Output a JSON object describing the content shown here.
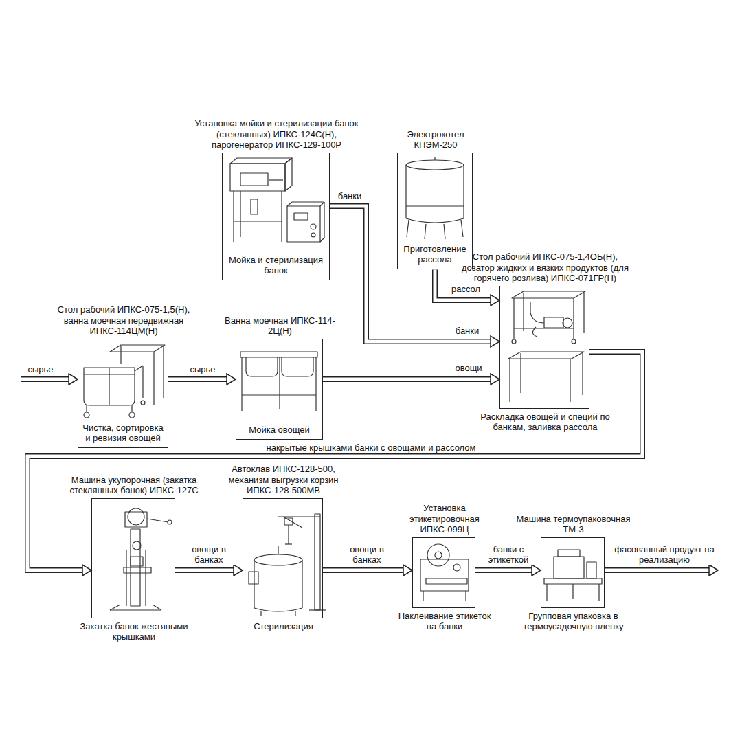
{
  "diagram": {
    "nodes": [
      {
        "text": [
          "Установка мойки и стерилизации банок (стеклянных) ИПКС-124С(Н), парогенератор ИПКС-129-100Р",
          "Мойка и стерилизация банок"
        ]
      },
      {
        "text": [
          "Электрокотел КПЭМ-250",
          "Приготовление рассола"
        ]
      },
      {
        "text": [
          "Стол рабочий ИПКС-075-1,4ОБ(Н), дозатор жидких и вязких продуктов (для горячего розлива) ИПКС-071ГР(Н)",
          "Раскладка овощей и специй по банкам, заливка рассола"
        ]
      },
      {
        "text": [
          "Стол рабочий ИПКС-075-1,5(Н), ванна моечная передвижная ИПКС-114ЦМ(Н)",
          "Чистка, сортировка и ревизия овощей"
        ]
      },
      {
        "text": [
          "Ванна моечная ИПКС-114-2Ц(Н)",
          "Мойка овощей"
        ]
      },
      {
        "text": [
          "Машина укупорочная (закатка стеклянных банок) ИПКС-127С",
          "Закатка банок жестяными крышками"
        ]
      },
      {
        "text": [
          "Автоклав ИПКС-128-500, механизм выгрузки корзин ИПКС-128-500МВ",
          "Стерилизация"
        ]
      },
      {
        "text": [
          "Установка этикетировочная ИПКС-099Ц",
          "Наклеивание этикеток на банки"
        ]
      },
      {
        "text": [
          "Машина термоупаковочная ТМ-3",
          "Групповая упаковка в термоусадочную пленку"
        ]
      }
    ],
    "edges": [
      {
        "from": 3,
        "to": 4,
        "label": "сырье",
        "arrow": "to"
      },
      {
        "from": 0,
        "to": 2,
        "label": "банки",
        "arrow": "to"
      },
      {
        "from": 1,
        "to": 2,
        "label": "рассол",
        "arrow": "to"
      },
      {
        "from": 4,
        "to": 2,
        "label": "овощи",
        "arrow": "to"
      },
      {
        "from": 2,
        "to": 5,
        "label": "накрытые крышками банки с овощами и рассолом",
        "arrow": "to"
      },
      {
        "from": 5,
        "to": 6,
        "label": "овощи в банках",
        "arrow": "to"
      },
      {
        "from": 6,
        "to": 7,
        "label": "овощи в банках",
        "arrow": "to"
      },
      {
        "from": 7,
        "to": 8,
        "label": "банки с этикеткой",
        "arrow": "to"
      }
    ],
    "labels": [
      "сырье",
      "банки",
      "фасованный продукт на реализацию"
    ]
  }
}
